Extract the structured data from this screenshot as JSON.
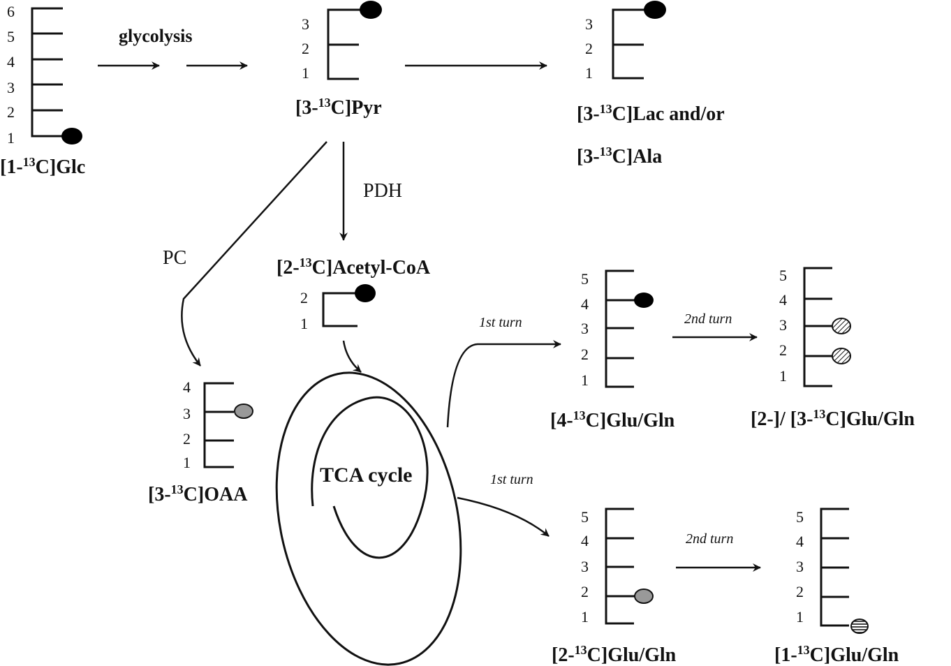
{
  "labels": {
    "glc_pre": "[1-",
    "glc_iso": "13",
    "glc_post": "C]Glc",
    "pyr_pre": "[3-",
    "pyr_iso": "13",
    "pyr_post": "C]Pyr",
    "lac_pre": "[3-",
    "lac_iso": "13",
    "lac_post": "C]Lac  and/or",
    "ala_pre": "[3-",
    "ala_iso": "13",
    "ala_post": "C]Ala",
    "acoa_pre": "[2-",
    "acoa_iso": "13",
    "acoa_post": "C]Acetyl-CoA",
    "oaa_pre": "[3-",
    "oaa_iso": "13",
    "oaa_post": "C]OAA",
    "glu4_pre": "[4-",
    "glu4_iso": "13",
    "glu4_post": "C]Glu/Gln",
    "glu23_pre": "[2-]/ [3-",
    "glu23_iso": "13",
    "glu23_post": "C]Glu/Gln",
    "glu2_pre": "[2-",
    "glu2_iso": "13",
    "glu2_post": "C]Glu/Gln",
    "glu1_pre": "[1-",
    "glu1_iso": "13",
    "glu1_post": "C]Glu/Gln"
  },
  "steps": {
    "glycolysis": "glycolysis",
    "pdh": "PDH",
    "pc": "PC",
    "tca": "TCA cycle",
    "turn1_upper": "1st turn",
    "turn2_upper": "2nd turn",
    "turn1_lower": "1st turn",
    "turn2_lower": "2nd turn"
  },
  "carbon_numbers": {
    "glc": [
      "6",
      "5",
      "4",
      "3",
      "2",
      "1"
    ],
    "pyr": [
      "3",
      "2",
      "1"
    ],
    "lac": [
      "3",
      "2",
      "1"
    ],
    "acoa": [
      "2",
      "1"
    ],
    "oaa": [
      "4",
      "3",
      "2",
      "1"
    ],
    "glu4": [
      "5",
      "4",
      "3",
      "2",
      "1"
    ],
    "glu23": [
      "5",
      "4",
      "3",
      "2",
      "1"
    ],
    "glu2": [
      "5",
      "4",
      "3",
      "2",
      "1"
    ],
    "glu1": [
      "5",
      "4",
      "3",
      "2",
      "1"
    ]
  },
  "colors": {
    "ink": "#111111",
    "label_black": "#000000",
    "label_grey": "#999999",
    "label_hatched": "#cccccc"
  }
}
